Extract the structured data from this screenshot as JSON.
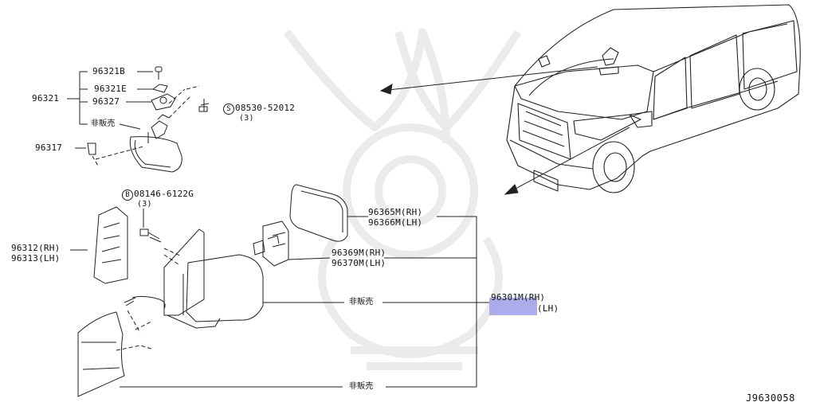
{
  "colors": {
    "line": "#222222",
    "highlight": "#a8a8ec",
    "watermark": "#ececec"
  },
  "labels": {
    "p96321": "96321",
    "p96321B": "96321B",
    "p96321E": "96321E",
    "p96327": "96327",
    "not_sold_1": "非販売",
    "p96317": "96317",
    "screw_code": "08530-52012",
    "screw_qty": "(3)",
    "screw_prefix": "S",
    "bolt_prefix": "B",
    "bolt_code": "08146-6122G",
    "bolt_qty": "(3)",
    "p96312": "96312(RH)",
    "p96313": "96313(LH)",
    "p96365M": "96365M(RH)",
    "p96366M": "96366M(LH)",
    "p96369M": "96369M(RH)",
    "p96370M": "96370M(LH)",
    "p96301M": "96301M(RH)",
    "p96302M_lh": "(LH)",
    "not_sold_2": "非販売",
    "not_sold_3": "非販売",
    "figure_id": "J9630058"
  },
  "icons": [
    "screw-icon",
    "bolt-icon",
    "clip-icon",
    "mirror-glass",
    "mirror-housing",
    "van-illustration",
    "watermark-emblem"
  ]
}
